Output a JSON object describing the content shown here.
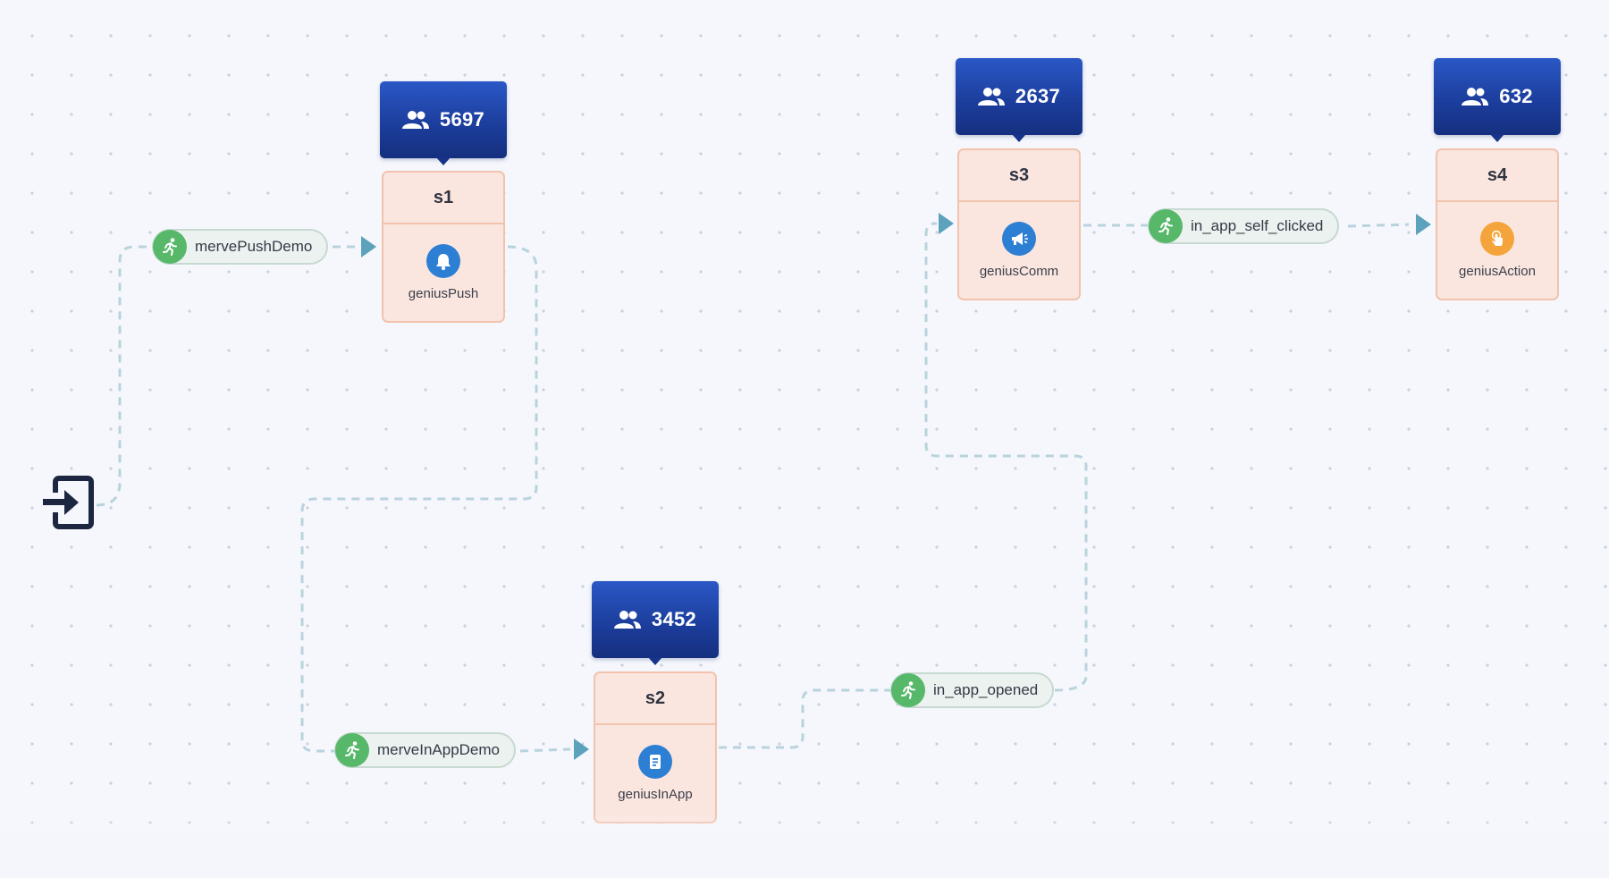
{
  "entry": {
    "icon": "enter-icon"
  },
  "steps": [
    {
      "id": "s1",
      "audience": "5697",
      "channel": "geniusPush",
      "icon": "bell-icon"
    },
    {
      "id": "s2",
      "audience": "3452",
      "channel": "geniusInApp",
      "icon": "document-icon"
    },
    {
      "id": "s3",
      "audience": "2637",
      "channel": "geniusComm",
      "icon": "megaphone-icon"
    },
    {
      "id": "s4",
      "audience": "632",
      "channel": "geniusAction",
      "icon": "pointer-icon"
    }
  ],
  "events": [
    {
      "label": "mervePushDemo",
      "icon": "running-person-icon"
    },
    {
      "label": "merveInAppDemo",
      "icon": "running-person-icon"
    },
    {
      "label": "in_app_opened",
      "icon": "running-person-icon"
    },
    {
      "label": "in_app_self_clicked",
      "icon": "running-person-icon"
    }
  ],
  "colors": {
    "badge": "#1f44a8",
    "node_fill": "#fbe6df",
    "node_border": "#f1c3ad",
    "event_green": "#57b86a",
    "channel_blue": "#2d7fd3",
    "channel_orange": "#f4a43a",
    "connector": "#b9d3dd",
    "arrow": "#5ca2bd"
  }
}
